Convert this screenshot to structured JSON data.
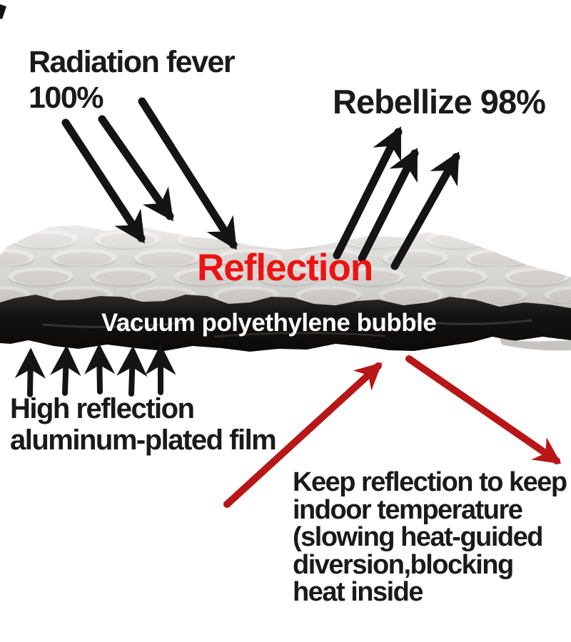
{
  "diagram": {
    "labels": {
      "radiation_fever": "Radiation fever\n100%",
      "rebellize": "Rebellize 98%",
      "reflection": "Reflection",
      "bubble_layer": "Vacuum polyethylene bubble",
      "film": "High reflection\naluminum-plated film",
      "caption": "Keep reflection to keep\nindoor temperature\n(slowing heat-guided\ndiversion,blocking\nheat inside"
    },
    "colors": {
      "text_black": "#1a1a1a",
      "reflection_red": "#ec1313",
      "arrow_red": "#b81717",
      "arrow_black": "#141414",
      "bubble_silver": "#d7d5d1",
      "band_black": "#141211",
      "band_text_white": "#ffffff",
      "background": "#ffffff"
    },
    "annotations": {
      "incoming_radiation_arrows": {
        "icon": "down-right-arrow-icon",
        "count": 3,
        "color": "#141414"
      },
      "reflected_arrows": {
        "icon": "up-right-arrow-icon",
        "count": 3,
        "color": "#141414"
      },
      "film_reflection_arrows": {
        "icon": "up-arrow-icon",
        "count": 5,
        "color": "#141414"
      },
      "pointer_arrow_to_material": {
        "icon": "up-right-arrow-icon",
        "count": 1,
        "color": "#b81717"
      },
      "pointer_arrow_to_caption": {
        "icon": "down-right-arrow-icon",
        "count": 1,
        "color": "#b81717"
      }
    }
  }
}
